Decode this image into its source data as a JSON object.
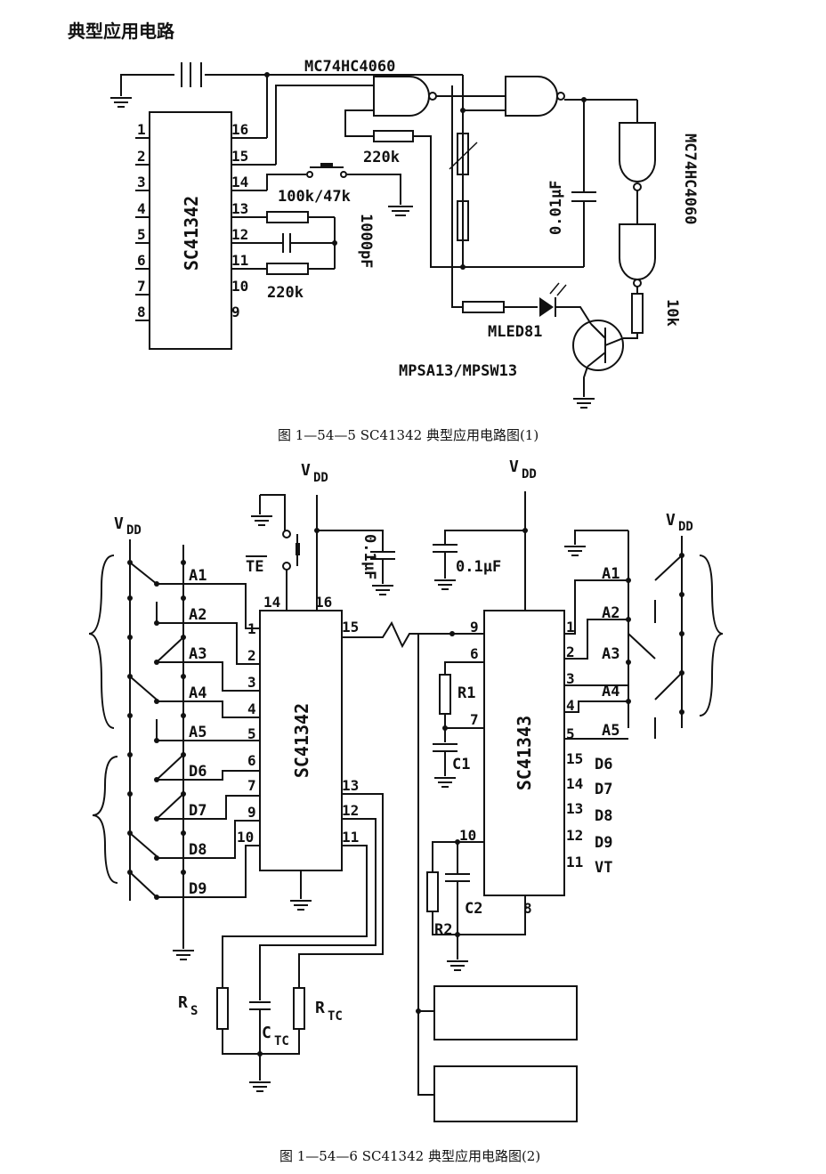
{
  "page_title": "典型应用电路",
  "figure1": {
    "caption": "图 1—54—5   SC41342 典型应用电路图(1)",
    "ic_label": "SC41342",
    "left_pins": [
      "1",
      "2",
      "3",
      "4",
      "5",
      "6",
      "7",
      "8"
    ],
    "right_pins": [
      "16",
      "15",
      "14",
      "13",
      "12",
      "11",
      "10",
      "9"
    ],
    "gate_chip_top": "MC74HC4060",
    "gate_chip_right": "MC74HC4060",
    "r_220k_top": "220k",
    "switch_resistors": "100k/47k",
    "c_1000pf": "1000pF",
    "r_220k_bottom": "220k",
    "c_001uf": "0.01μF",
    "r_10k": "10k",
    "led_label": "MLED81",
    "transistor_label": "MPSA13/MPSW13"
  },
  "figure2": {
    "caption": "图 1—54—6   SC41342 典型应用电路图(2)",
    "vdd_left": "V",
    "vdd_sub": "DD",
    "ic_left_label": "SC41342",
    "ic_right_label": "SC41343",
    "te_label": "TE",
    "cap_left": "0.1μF",
    "cap_right": "0.1μF",
    "left_inputs": [
      "A1",
      "A2",
      "A3",
      "A4",
      "A5",
      "D6",
      "D7",
      "D8",
      "D9"
    ],
    "left_ic_left_pins": [
      "1",
      "2",
      "3",
      "4",
      "5",
      "6",
      "7",
      "9",
      "10"
    ],
    "left_ic_top_pins": [
      "14",
      "16"
    ],
    "left_ic_right_pins": [
      "15",
      "13",
      "12",
      "11"
    ],
    "right_ic_left_pins": [
      "9",
      "6",
      "7",
      "10"
    ],
    "right_ic_right_pins": [
      "1",
      "2",
      "3",
      "4",
      "5",
      "15",
      "14",
      "13",
      "12",
      "11"
    ],
    "right_ic_bottom_pin": "8",
    "right_outputs": [
      "A1",
      "A2",
      "A3",
      "A4",
      "A5",
      "D6",
      "D7",
      "D8",
      "D9",
      "VT"
    ],
    "r1": "R1",
    "c1": "C1",
    "c2": "C2",
    "r2": "R2",
    "rs": "R",
    "rs_sub": "S",
    "ctc": "C",
    "ctc_sub": "TC",
    "rtc": "R",
    "rtc_sub": "TC"
  }
}
